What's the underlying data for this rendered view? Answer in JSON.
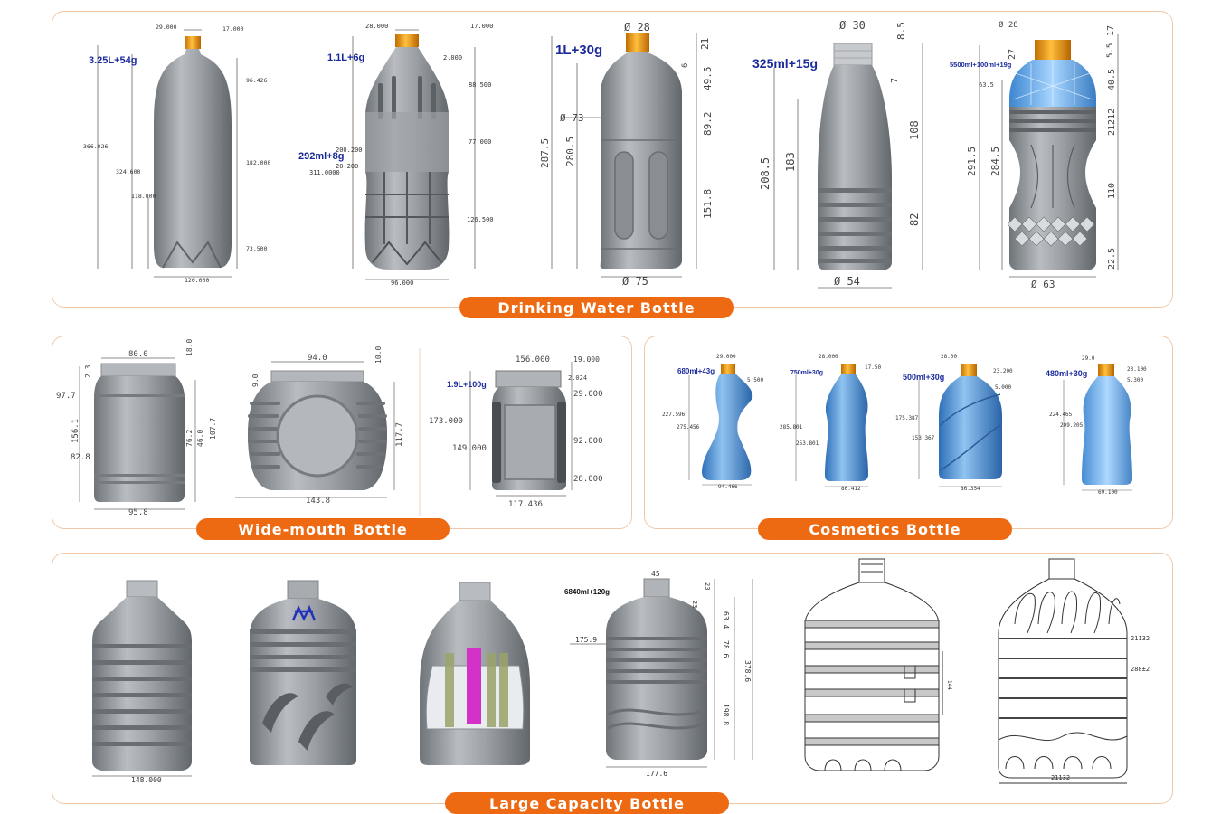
{
  "sections": {
    "drinking": "Drinking Water Bottle",
    "wide": "Wide-mouth Bottle",
    "cosmetics": "Cosmetics Bottle",
    "large": "Large Capacity Bottle"
  },
  "drinking": {
    "b1": {
      "vol": "3.25L+54g",
      "d_top": "29.000",
      "d_neck": "17.000",
      "h_total": "366.026",
      "h_body": "324.600",
      "h_lower": "118.000",
      "h_upper": "96.426",
      "h_mid": "182.000",
      "h_base": "73.500",
      "d_base": "120.000"
    },
    "b2": {
      "vol": "1.1L+6g",
      "vol2": "292ml+8g",
      "d_top": "28.000",
      "d_neck": "17.000",
      "d_ring": "2.000",
      "h_upper": "88.500",
      "h_mid": "77.000",
      "h_base": "126.500",
      "h_a": "200.200",
      "h_b": "20.200",
      "h_total": "311.0000",
      "d_base": "96.000"
    },
    "b3": {
      "vol": "1L+30g",
      "d_top": "Ø 28",
      "h_neck": "21",
      "h_ring": "6",
      "h_shoulder": "49.5",
      "h_label": "89.2",
      "h_base": "151.8",
      "d_mid": "Ø 73",
      "h_total": "287.5",
      "h_body": "280.5",
      "d_base": "Ø 75"
    },
    "b4": {
      "vol": "325ml+15g",
      "d_top": "Ø 30",
      "h_neck": "8.5",
      "h_ring": "7",
      "h_upper": "108",
      "h_lower": "82",
      "h_total": "208.5",
      "h_body": "183",
      "d_base": "Ø 54"
    },
    "b5": {
      "vol": "5500ml+100ml+19g",
      "d_top": "Ø 28",
      "h_neck": "17",
      "h_ring": "5.5",
      "h_a": "27",
      "d_shoulder": "63.5",
      "h_upper": "40.5",
      "h_mid": "21212",
      "h_lower": "110",
      "h_base": "22.5",
      "h_total": "291.5",
      "h_body": "284.5",
      "d_base": "Ø 63"
    }
  },
  "wide": {
    "w1": {
      "d_top": "80.0",
      "h_cap": "18.0",
      "h_neck": "2.3",
      "h_total": "97.7",
      "h_body": "156.1",
      "h_lower": "82.8",
      "h_a": "76.2",
      "h_b": "46.0",
      "h_c": "107.7",
      "d_base": "95.8"
    },
    "w2": {
      "d_top": "94.0",
      "h_cap": "10.0",
      "h_neck": "9.0",
      "h_total": "117.7",
      "d_body": "143.8"
    },
    "w3": {
      "vol": "1.9L+100g",
      "d_top": "156.000",
      "d_cap": "19.000",
      "h_neck": "2.024",
      "h_upper": "29.000",
      "h_total": "173.000",
      "h_body": "149.000",
      "h_mid": "92.000",
      "h_base": "28.000",
      "d_base": "117.436"
    }
  },
  "cosmetics": {
    "c1": {
      "vol": "680ml+43g",
      "d_top": "29.000",
      "d_neck": "5.500",
      "h_total": "227.596",
      "h_body": "275.456",
      "d_base": "94.466"
    },
    "c2": {
      "vol": "750ml+30g",
      "d_top": "28.000",
      "d_neck": "17.50",
      "h_total": "285.801",
      "h_body": "253.801",
      "d_base": "86.412"
    },
    "c3": {
      "vol": "500ml+30g",
      "d_top": "28.00",
      "d_neck": "23.200",
      "d_ring": "5.000",
      "h_total": "175.387",
      "h_body": "153.367",
      "d_base": "86.354"
    },
    "c4": {
      "vol": "480ml+30g",
      "d_top": "29.0",
      "d_neck": "23.100",
      "d_ring": "5.300",
      "h_total": "224.465",
      "h_body": "209.205",
      "d_base": "69.100"
    }
  },
  "large": {
    "l1": {
      "d_base": "148.000"
    },
    "l4": {
      "vol": "6840ml+120g",
      "d_top": "45",
      "h_neck": "23",
      "h_ring": "23",
      "h_shoulder": "63.4",
      "h_mid": "78.6",
      "h_total": "378.6",
      "h_base": "198.8",
      "d_mid": "175.9",
      "d_base": "177.6"
    },
    "l6": {
      "d_a": "21132",
      "d_b": "288±2",
      "d_base": "21132"
    },
    "l5": {
      "h_handle": "144"
    }
  },
  "colors": {
    "accent": "#ee6a12",
    "panel_border": "#f0c8a8",
    "label": "#1a2a9c",
    "bottle": "#8e9398",
    "cap": "#f0a020",
    "cosmetic": "#4f96d8",
    "tint": "#5aa8e8",
    "handle": "#d232c8"
  }
}
